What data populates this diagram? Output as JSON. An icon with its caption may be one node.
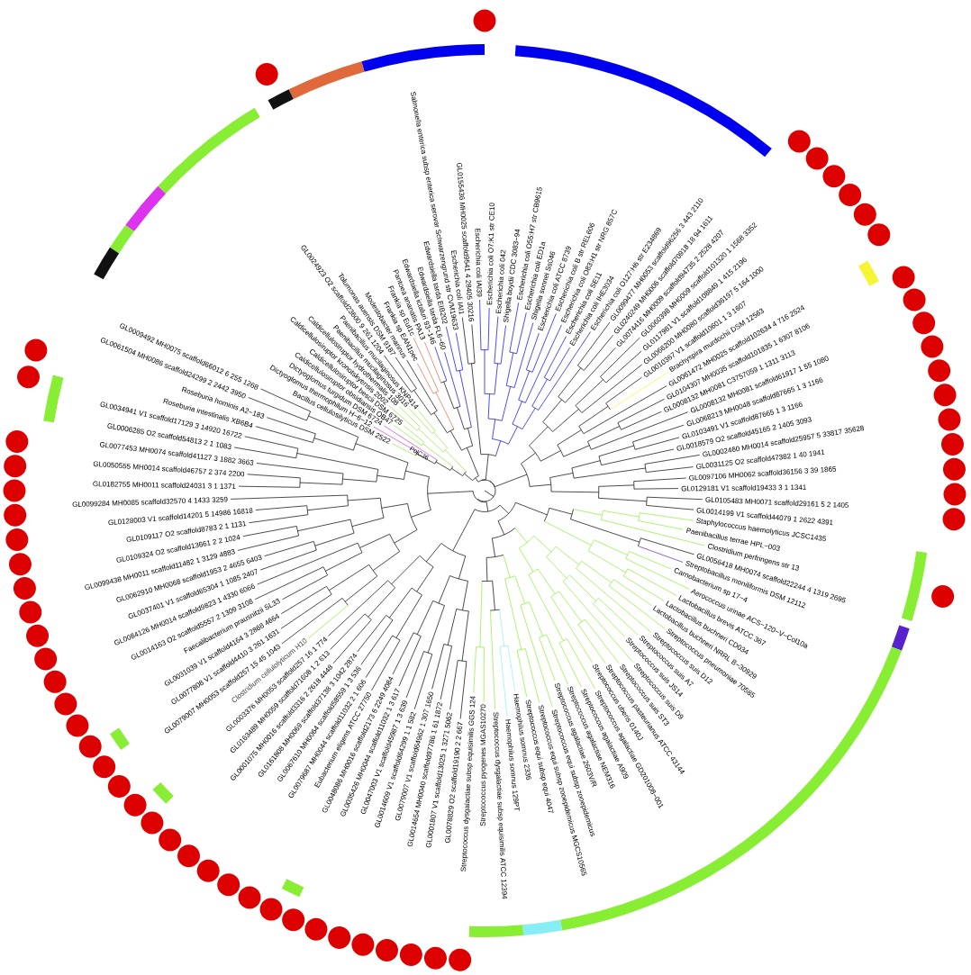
{
  "diagram": {
    "labels": [
      "Bacillus cellulosilyticus DSM 2522",
      "Dictyoglomus thermophilum H−6−12",
      "Dictyoglomus turgidum DSM 6724",
      "Caldicellulosiruptor obsidiansis OB47",
      "Caldicellulosiruptor bescii DSM 6725",
      "Caldicellulosiruptor kronotskyensis 2002",
      "Caldicellulosiruptor hydrothermalis 108",
      "Paenibacillus mucilaginosus 3016",
      "Paenibacillus mucilaginosus KNP414",
      "GL0024923 O2 scaffold23600 9 261 1204",
      "Tolumonas auensis DSM 9187",
      "Modestobacter marinus",
      "Frankia sp EAN1pec",
      "Frankia sp EuI1c",
      "Pantoea ananatis PA13",
      "Edwardsiella ictaluri 93−146",
      "Edwardsiella tarda FL6−60",
      "Edwardsiella tarda EIB202",
      "Salmonella enterica subsp enterica serovar Schwarzengrund str CVM19633",
      "Escherichia coli IAI1",
      "GL0155436 MH0025 scaffold9541 4 28405 30216",
      "Escherichia coli IAI39",
      "Escherichia coli O7:K1 str CE10",
      "Escherichia coli 042",
      "Shigella boydii CDC 3083−94",
      "Escherichia coli O55:H7 str CB9615",
      "Escherichia coli ED1a",
      "Shigella sonnei Ss046",
      "Escherichia coli ATCC 8739",
      "Escherichia coli B str REL606",
      "Escherichia coli O83:H1 str NRG 857C",
      "Escherichia coli SE11",
      "Escherichia coli IHE3034",
      "Escherichia coli O127:H6 str E234869",
      "GL0099477 MH0053 scaffold96256 3 443 2110",
      "GL0240249 MH0006 scaffold70918 18 94 1611",
      "GL0074416 MH0009 scaffold94735 2 2528 4207",
      "GL0060398 MH0009 scaffold101320 1 1568 3352",
      "GL0117981 V1 scaffold108849 1 415 2196",
      "GL0066200 MH0080 scaffold36197 5 164 1000",
      "GL0010367 V1 scaffold10601 1 3 1607",
      "Brachyspira murdochii DSM 12563",
      "GL0061472 MH0025 scaffold102634 4 716 2524",
      "GL0104307 MH0035 scaffold101835 1 6307 8106",
      "GL0008132 MH0081 C3757059 1 1311 3113",
      "GL0008132 MH0081 scaffold61917 1 55 1080",
      "GL0068213 MH0048 scaffold87665 1 3 1166",
      "GL0103491 V1 scaffold87665 1 3 1166",
      "GL0018579 O2 scaffold45165 2 1405 3093",
      "GL0002460 MH0014 scaffold25957 5 33817 35628",
      "GL0031125 O2 scaffold47382 1 40 1941",
      "GL0097106 MH0062 scaffold36156 3 39 1865",
      "GL0129181 V1 scaffold19433 3 1 1341",
      "GL0105483 MH0071 scaffold29161 5 2 1405",
      "GL0014199 V1 scaffold44079 1 2622 4391",
      "Staphylococcus haemolyticus JCSC1435",
      "Paenibacillus terrae HPL−003",
      "Clostridium perfringens str 13",
      "GL0056418 MH0074 scaffold22244 4 1319 2695",
      "Streptobacillus moniliformis DSM 12112",
      "Carnobacterium sp 17−4",
      "Aerococcus urinae ACS−120−V−Col10a",
      "Lactobacillus brevis ATCC 367",
      "Lactobacillus buchneri CD034",
      "Lactobacillus buchneri NRRL B−30929",
      "Streptococcus pneumoniae 70585",
      "Streptococcus suis D12",
      "Streptococcus suis A7",
      "Streptococcus suis JS14",
      "Streptococcus suis D9",
      "Streptococcus suis ST3",
      "Streptococcus pasteurianus ATCC 43144",
      "Streptococcus uberis 0140J",
      "Streptococcus agalactiae GD201008−001",
      "Streptococcus agalactiae A909",
      "Streptococcus agalactiae NEM316",
      "Streptococcus agalactiae 2603V/R",
      "Streptococcus equi subsp zooepidemicus",
      "Streptococcus equi subsp zooepidemicus MGCS10565",
      "Streptococcus equi subsp equi 4047",
      "Haemophilus somnus 2336",
      "Haemophilus somnus 129PT",
      "Streptococcus dysgalactiae subsp equisimilis ATCC 12394",
      "Streptococcus pyogenes MGAS10270",
      "Streptococcus dysgalactiae subsp equisimilis GGS 124",
      "GL0078829 O2 scaffold19190 2 2 667",
      "GL0001807 V1 scaffold13025 1 3271 5062",
      "GL0014654 MH0040 scaffold97786 1 61 1872",
      "GL0079007 V1 scaffold64962 1 307 1650",
      "GL0014609 V1 scaffold64299 1 1 582",
      "GL0047003 V1 scaffold45987 1 3 639",
      "GL0035426 MH0044 scaffold11032 1 3 617",
      "GL0048086 MH0016 scaffold2173 6 2249 4084",
      "Eubacterium eligens ATCC 27750",
      "GL0079687 MH0044 scaffold11032 2 1 606",
      "GL0067610 MH0064 scaffold58559 1 3 536",
      "GL0161808 MH0069 scaffold37138 3 1042 2874",
      "GL0001075 MH0016 scaffold3316 2 2618 4448",
      "GL0163489 MH0059 scaffold71608 1 2 613",
      "GL0003376 MH0053 scaffold257 16 1 774",
      "Clostridium cellulolyticum H10",
      "GL0079007 MH0053 scaffold257 15 45 1043",
      "GL0077808 V1 scaffold4410 3 261 1631",
      "GL0031039 V1 scaffold4164 3 2868 4664",
      "Faecalibacterium prausnitzii SL33",
      "GL0014163 O2 scaffold5557 2 1309 3108",
      "GL0084126 MH0014 scaffold9823 1 4330 6066",
      "GL0037401 V1 scaffold65304 1 1085 2407",
      "GL0062910 MH0068 scaffold1953 2 4655 6403",
      "GL0099438 MH0011 scaffold11482 1 3129 4883",
      "GL0109324 O2 scaffold13661 2 2 1024",
      "GL0109117 O2 scaffold8783 2 1 1131",
      "GL0128003 V1 scaffold14201 5 14986 16818",
      "GL0099284 MH0085 scaffold32570 4 1433 3259",
      "GL0182755 MH0011 scaffold24031 3 1 1371",
      "GL0050555 MH0014 scaffold46757 2 374 2200",
      "GL0077453 MH0074 scaffold41127 3 1882 3663",
      "GL0006285 O2 scaffold54813 2 1 1083",
      "GL0034941 V1 scaffold17129 3 14920 16722",
      "Roseburia intestinalis XB6B4",
      "Roseburia hominis A2−183",
      "GL0061504 MH0086 scaffold24299 2 2442 3950",
      "GL0009492 MH0075 scaffold66012 6 255 1268",
      "PolC36"
    ]
  }
}
